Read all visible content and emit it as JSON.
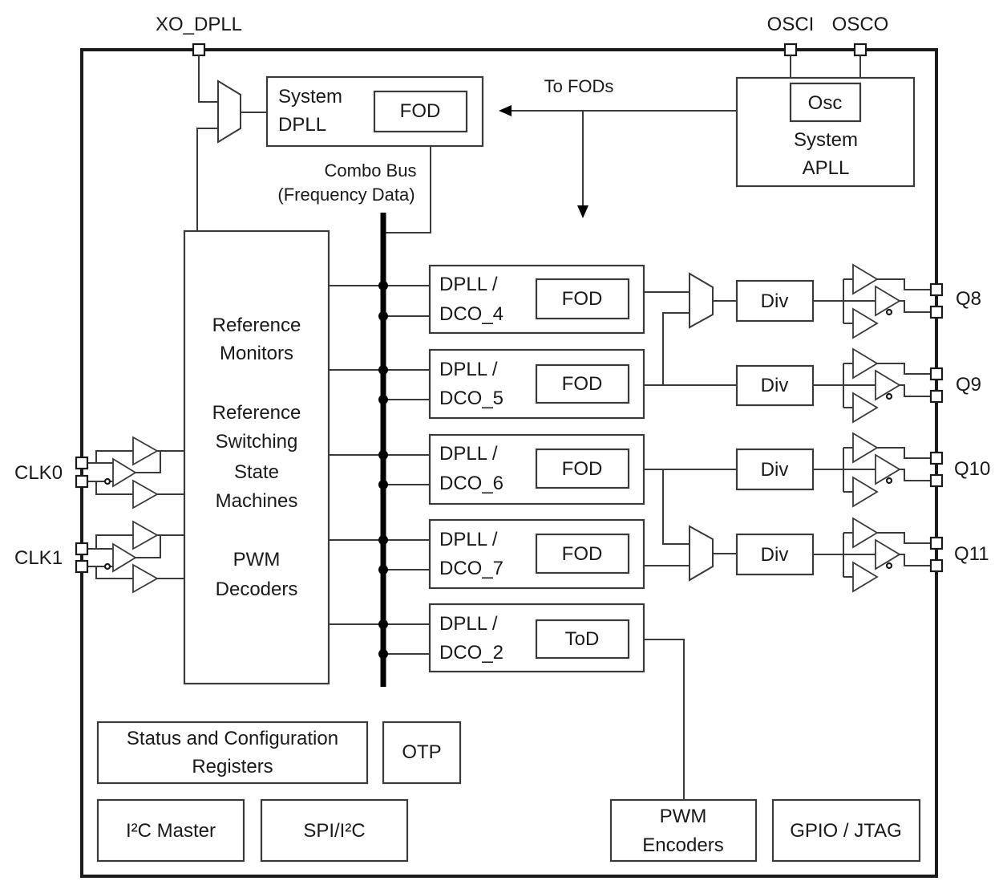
{
  "pins": {
    "xo_dpll": "XO_DPLL",
    "osci": "OSCI",
    "osco": "OSCO",
    "clk0": "CLK0",
    "clk1": "CLK1",
    "q8": "Q8",
    "q9": "Q9",
    "q10": "Q10",
    "q11": "Q11"
  },
  "system_dpll": {
    "line1": "System",
    "line2": "DPLL",
    "fod": "FOD"
  },
  "system_apll": {
    "osc": "Osc",
    "line1": "System",
    "line2": "APLL"
  },
  "to_fods": "To FODs",
  "combo_bus": {
    "line1": "Combo Bus",
    "line2": "(Frequency Data)"
  },
  "ref_block": {
    "monitors": [
      "Reference",
      "Monitors"
    ],
    "switching": [
      "Reference",
      "Switching",
      "State",
      "Machines"
    ],
    "pwm": [
      "PWM",
      "Decoders"
    ]
  },
  "dplls": [
    {
      "line1": "DPLL /",
      "line2": "DCO_4",
      "out": "FOD"
    },
    {
      "line1": "DPLL /",
      "line2": "DCO_5",
      "out": "FOD"
    },
    {
      "line1": "DPLL /",
      "line2": "DCO_6",
      "out": "FOD"
    },
    {
      "line1": "DPLL /",
      "line2": "DCO_7",
      "out": "FOD"
    },
    {
      "line1": "DPLL /",
      "line2": "DCO_2",
      "out": "ToD"
    }
  ],
  "div_label": "Div",
  "bottom": {
    "status": [
      "Status and Configuration",
      "Registers"
    ],
    "otp": "OTP",
    "i2c_master": "I²C Master",
    "spi_i2c": "SPI/I²C",
    "pwm_encoders": [
      "PWM",
      "Encoders"
    ],
    "gpio": "GPIO / JTAG"
  }
}
